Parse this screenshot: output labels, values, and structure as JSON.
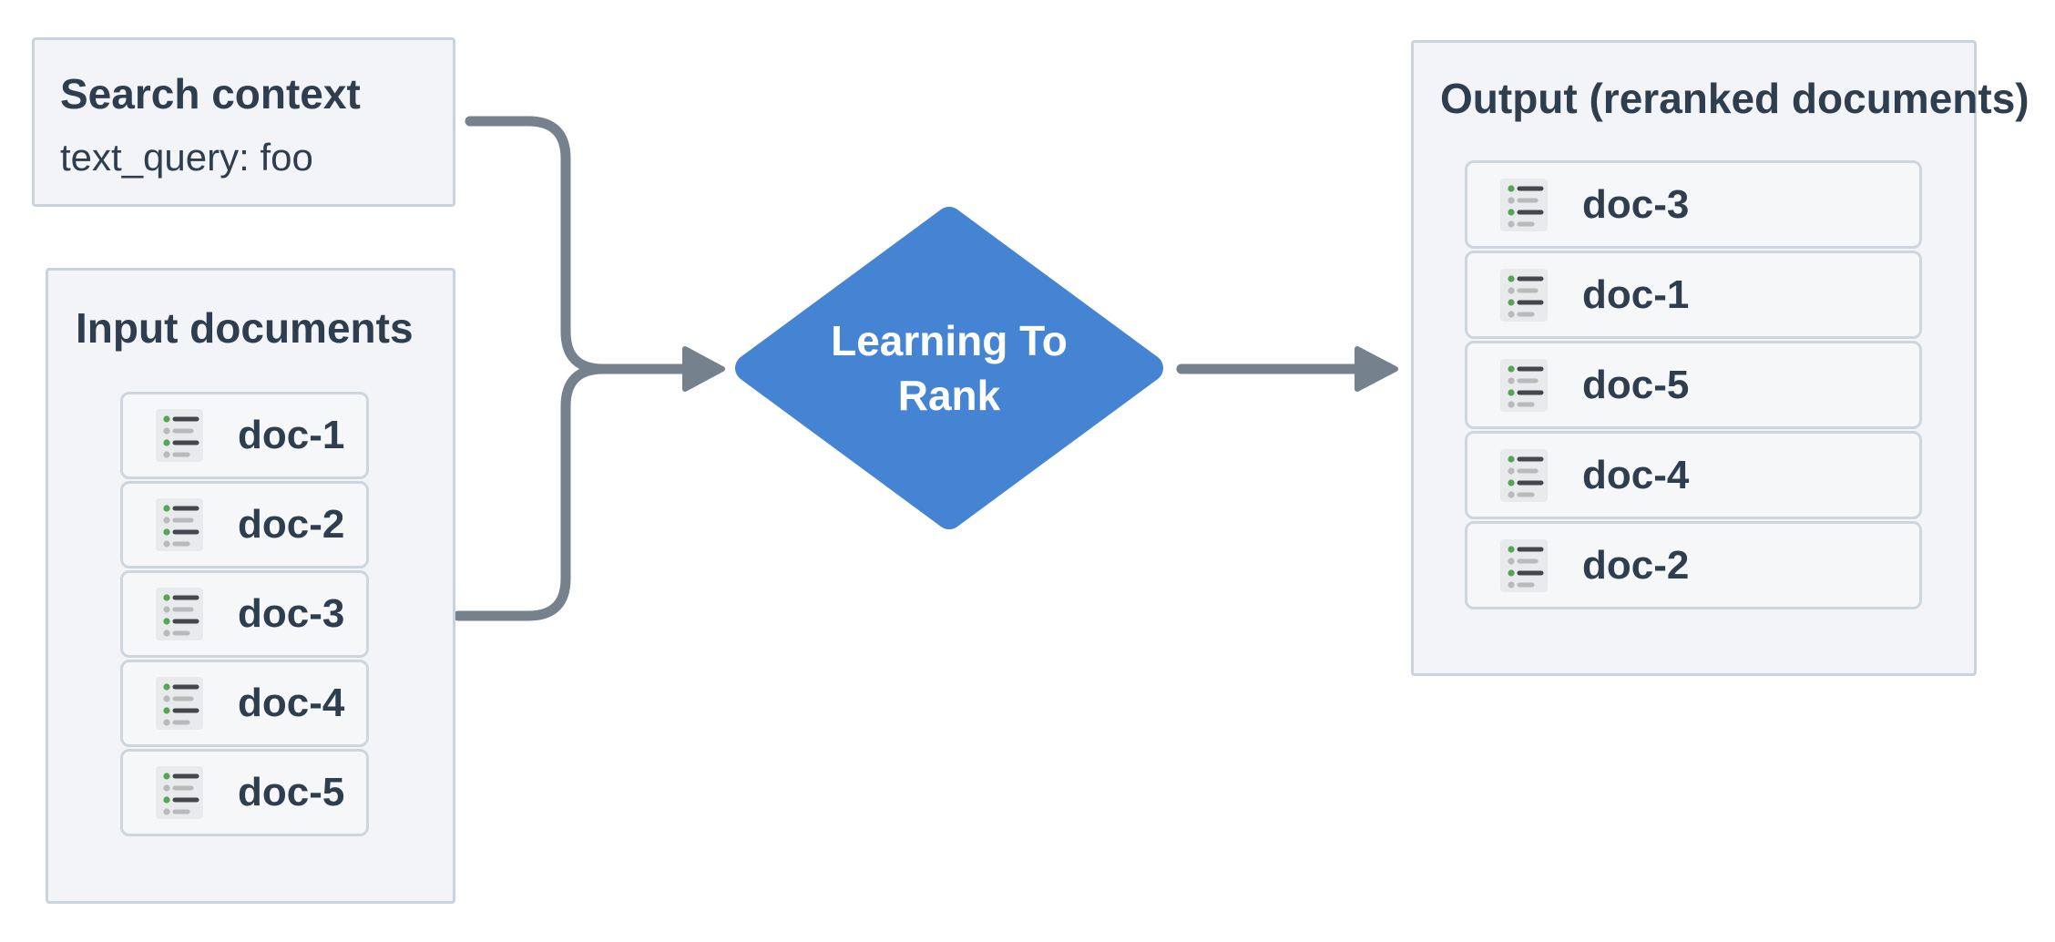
{
  "diagram": {
    "search_context": {
      "title": "Search context",
      "body": "text_query: foo"
    },
    "input_documents": {
      "title": "Input documents",
      "docs": [
        "doc-1",
        "doc-2",
        "doc-3",
        "doc-4",
        "doc-5"
      ]
    },
    "process": {
      "label": "Learning To Rank",
      "label_lines": [
        "Learning To",
        "Rank"
      ]
    },
    "output_documents": {
      "title": "Output (reranked documents)",
      "docs": [
        "doc-3",
        "doc-1",
        "doc-5",
        "doc-4",
        "doc-2"
      ]
    },
    "colors": {
      "node_fill": "#f2f4f7",
      "node_border": "#c9d3dd",
      "row_fill": "#f5f7f9",
      "row_border": "#cdd6de",
      "text": "#2f3e4e",
      "connector": "#76818e",
      "process_fill": "#4584d2",
      "process_text": "#ffffff",
      "icon_bg": "#e9eaeb",
      "icon_dark_line": "#43464b",
      "icon_gray": "#b9babc",
      "icon_green": "#57a357"
    }
  }
}
